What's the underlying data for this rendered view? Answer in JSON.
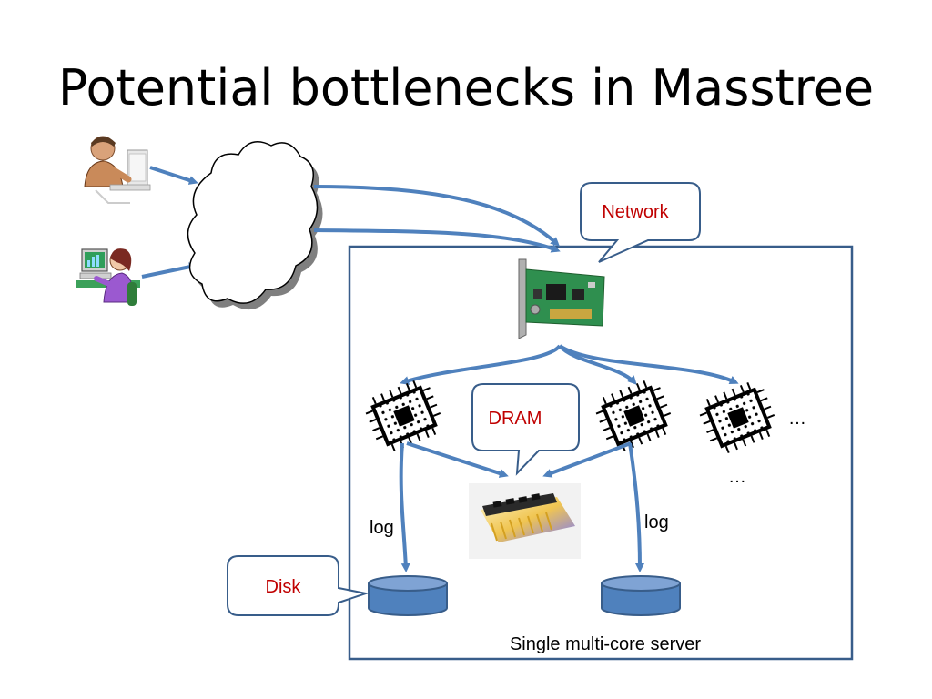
{
  "slide": {
    "title": "Potential bottlenecks in Masstree"
  },
  "callouts": {
    "network": "Network",
    "dram": "DRAM",
    "disk": "Disk"
  },
  "labels": {
    "server": "Single multi-core server",
    "log_left": "log",
    "log_right": "log",
    "ellipsis_right": "…",
    "ellipsis_below": "…"
  },
  "colors": {
    "arrow": "#4f81bd",
    "callout_border": "#385d8a",
    "callout_text": "#c00000",
    "server_border": "#385d8a",
    "disk_fill": "#4f81bd",
    "disk_stroke": "#385d8a"
  },
  "icons": {
    "clients": [
      "man-at-computer-icon",
      "woman-at-computer-icon"
    ],
    "network": "cloud-icon",
    "nic": "network-card-icon",
    "cpu": "cpu-chip-icon",
    "memory": "dram-module-icon",
    "storage": "disk-cylinder-icon"
  }
}
